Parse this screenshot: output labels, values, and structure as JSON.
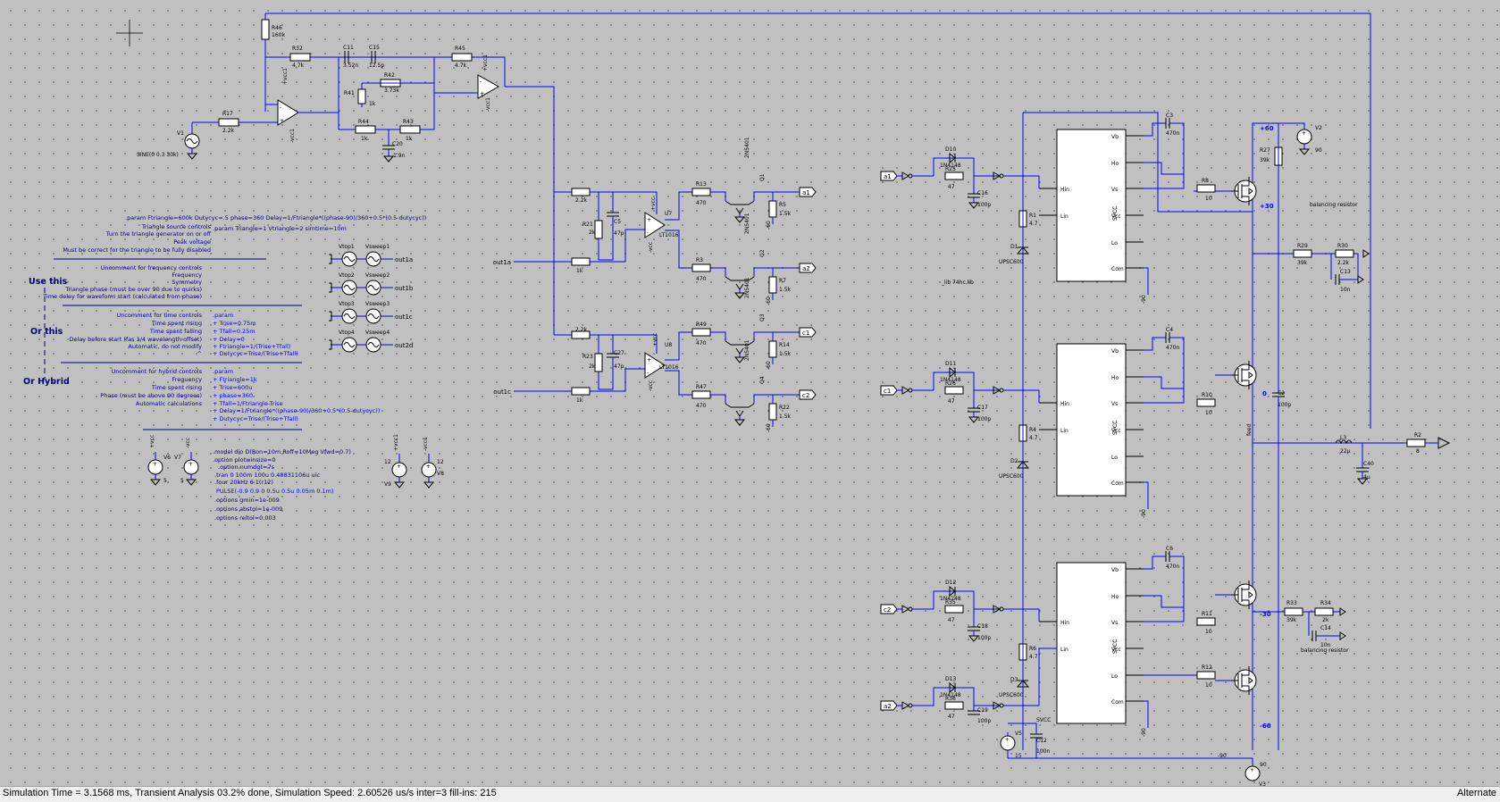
{
  "status_bar": {
    "text": "Simulation Time = 3.1568 ms, Transient Analysis 03.2% done, Simulation Speed: 2.60526 us/s inter=3 fill-ins: 215",
    "mode": "Alternate"
  },
  "components": {
    "R46": {
      "name": "R46",
      "value": "160k"
    },
    "R32": {
      "name": "R32",
      "value": "4.7k"
    },
    "C11": {
      "name": "C11",
      "value": "3.52n"
    },
    "C15": {
      "name": "C15",
      "value": "12.5p"
    },
    "R45": {
      "name": "R45",
      "value": "4.7k"
    },
    "R42": {
      "name": "R42",
      "value": "3.73k"
    },
    "R41": {
      "name": "R41",
      "value": "1k"
    },
    "R17": {
      "name": "R17",
      "value": "2.2k"
    },
    "R44": {
      "name": "R44",
      "value": "1k"
    },
    "R43": {
      "name": "R43",
      "value": "1k"
    },
    "C20": {
      "name": "C20",
      "value": "1.9n"
    },
    "V1": {
      "name": "V1",
      "value": "SINE(0 0.3 30k)"
    },
    "U7": {
      "name": "U7",
      "value": "LT1016"
    },
    "U8": {
      "name": "U8",
      "value": "LT1016"
    },
    "C5": {
      "name": "C5",
      "value": "47p"
    },
    "C27": {
      "name": "C27",
      "value": "47p"
    },
    "R21": {
      "name": "R21",
      "value": "2k"
    },
    "R23": {
      "name": "R23",
      "value": "2k"
    },
    "R13": {
      "name": "R13",
      "value": "470"
    },
    "R3": {
      "name": "R3",
      "value": "470"
    },
    "R49": {
      "name": "R49",
      "value": "470"
    },
    "R47": {
      "name": "R47",
      "value": "470"
    },
    "R5": {
      "name": "R5",
      "value": "1.5k"
    },
    "R7": {
      "name": "R7",
      "value": "1.5k"
    },
    "R14": {
      "name": "R14",
      "value": "1.5k"
    },
    "R22": {
      "name": "R22",
      "value": "1.5k"
    },
    "Q1": {
      "name": "Q1",
      "value": "2N5401"
    },
    "Q2": {
      "name": "Q2",
      "value": "2N5401"
    },
    "Q3": {
      "name": "Q3",
      "value": "2N5401"
    },
    "Q4": {
      "name": "Q4",
      "value": "2N5401"
    },
    "D10": {
      "name": "D10",
      "value": "1N4148"
    },
    "D11": {
      "name": "D11",
      "value": "1N4148"
    },
    "D12": {
      "name": "D12",
      "value": "1N4148"
    },
    "D13": {
      "name": "D13",
      "value": "1N4148"
    },
    "R25": {
      "name": "R25",
      "value": "47"
    },
    "R26": {
      "name": "R26",
      "value": "47"
    },
    "R35": {
      "name": "R35",
      "value": "47"
    },
    "R36": {
      "name": "R36",
      "value": "47"
    },
    "C16": {
      "name": "C16",
      "value": "100p"
    },
    "C17": {
      "name": "C17",
      "value": "100p"
    },
    "C18": {
      "name": "C18",
      "value": "100p"
    },
    "C19": {
      "name": "C19",
      "value": "100p"
    },
    "R1": {
      "name": "R1",
      "value": "4.7"
    },
    "R4": {
      "name": "R4",
      "value": "4.7"
    },
    "R6": {
      "name": "R6",
      "value": "4.7"
    },
    "D1": {
      "name": "D1",
      "value": "UPSC600"
    },
    "D2": {
      "name": "D2",
      "value": "UPSC600"
    },
    "D3": {
      "name": "D3",
      "value": "UPSC600"
    },
    "C3": {
      "name": "C3",
      "value": "470n"
    },
    "C4": {
      "name": "C4",
      "value": "470n"
    },
    "C6": {
      "name": "C6",
      "value": "470n"
    },
    "R8": {
      "name": "R8",
      "value": "10"
    },
    "R10": {
      "name": "R10",
      "value": "10"
    },
    "R11": {
      "name": "R11",
      "value": "10"
    },
    "R12": {
      "name": "R12",
      "value": "10"
    },
    "R27": {
      "name": "R27",
      "value": "39k"
    },
    "R29": {
      "name": "R29",
      "value": "39k"
    },
    "R30": {
      "name": "R30",
      "value": "2.2k"
    },
    "R33": {
      "name": "R33",
      "value": "39k"
    },
    "R34": {
      "name": "R34",
      "value": "2k"
    },
    "C13": {
      "name": "C13",
      "value": "10n"
    },
    "C14": {
      "name": "C14",
      "value": "10n"
    },
    "C2": {
      "name": "C2",
      "value": "100p"
    },
    "L3": {
      "name": "L3",
      "value": "22µ"
    },
    "C40": {
      "name": "C40",
      "value": "4µ"
    },
    "R2": {
      "name": "R2",
      "value": "8"
    },
    "V2": {
      "name": "V2",
      "value": "90"
    },
    "V3": {
      "name": "V3",
      "value": "90"
    },
    "V5": {
      "name": "V5",
      "value": "15"
    },
    "C12": {
      "name": "C12",
      "value": "100n"
    },
    "V6": {
      "name": "V6",
      "value": "5"
    },
    "V7": {
      "name": "V7",
      "value": "5"
    },
    "V9": {
      "name": "V9",
      "value": "12"
    },
    "V8": {
      "name": "V8",
      "value": "12"
    },
    "Vtop1": {
      "name": "Vtop1"
    },
    "Vsweep1": {
      "name": "Vsweep1"
    },
    "Vtop2": {
      "name": "Vtop2"
    },
    "Vsweep2": {
      "name": "Vsweep2"
    },
    "Vtop3": {
      "name": "Vtop3"
    },
    "Vsweep3": {
      "name": "Vsweep3"
    },
    "Vtop4": {
      "name": "Vtop4"
    },
    "Vsweep4": {
      "name": "Vsweep4"
    }
  },
  "nets": {
    "vcc": "+vcc1",
    "vcc_neg": "-vcc1",
    "vcc2": "+vcc",
    "vcc2_neg": "-vcc",
    "out1a": "out1a",
    "out1b": "out1b",
    "out1c": "out1c",
    "out2d": "out2d",
    "a1": "a1",
    "a2": "a2",
    "c1": "c1",
    "c2": "c2",
    "rail_p60": "+60",
    "rail_p30": "+30",
    "rail_0": "0",
    "rail_m30": "-30",
    "rail_m60": "-60",
    "feed": "feed",
    "svcc": "SVCC",
    "svcc_net": "SVCC",
    "ground_ic": "_lib 74hc.lib",
    "balance1": "balancing resistor",
    "balance2": "balancing resistor"
  },
  "ic_pins": {
    "vb": "Vb",
    "ho": "Ho",
    "vs": "Vs",
    "vcc": "Vcc",
    "lo": "Lo",
    "com": "Com",
    "hin": "Hin",
    "lin": "Lin"
  },
  "directives": {
    "param1": ".param Ftriangle=600k Dutycyc=.5 phase=360 Delay=1/Ftriangle*((phase-90)/360+0.5*(0.5-dutycyc))",
    "param2": ".param Triangle=1 Vtriangle=2 simtime=10m",
    "notes_left": [
      "Triangle source controls",
      "Turn the triangle generator on or off",
      "Peak voltage",
      "Must be correct for the triangle to be fully disabled"
    ],
    "freq_header": "Uncomment for frequency controls",
    "freq_notes": [
      "Frequency",
      "Symmetry",
      "Triangle phase (must be over 90 due to quirks)",
      "Time delay for waveform start (calculated from phase)"
    ],
    "use_this": "Use this",
    "time_header": "Uncomment for time controls",
    "time_notes": [
      "Time spent rising",
      "Time spent falling",
      "Delay before start (fas 1/4 wavelength offset)",
      "Automatic, do not modify",
      "^"
    ],
    "time_params": [
      ".param",
      "+ Trise=0.75m",
      "+ Tfall=0.25m",
      "+ Delay=0",
      "+ Ftriangle=1/(Trise+Tfall)",
      "+ Dutycyc=Trise/(Trise+Tfall)"
    ],
    "or_this": "Or this",
    "hybrid_header": "Uncomment for hybrid controls",
    "hybrid_notes": [
      "Frequency",
      "Time spent rising",
      "Phase (must be above 90 degrees)",
      "Automatic calculations"
    ],
    "hybrid_params": [
      ".param",
      "+ Ftriangle=1k",
      "+ Trise=600u",
      "+ phase=360",
      "+ Tfall=1/Ftriangle-Trise",
      "+ Delay=1/Ftriangle*((phase-90)/360+0.5*(0.5-dutycyc))",
      "+ Dutycyc=Trise/(Trise+Tfall)"
    ],
    "or_hybrid": "Or Hybrid",
    "sim": [
      ".model dio D(Ron=10m Roff=10Meg Vfwd=0.7)",
      ".option plotwinsize=0",
      ".option numdgt=7s",
      ".tran 0 100m 100u 0.48831106u uic",
      ".four 20kHz 6 1(r12)",
      "PULSE(-0.9 0.9 0 0.5u 0.5u 0.05m 0.1m)",
      ".options gmin=1e-009",
      ".options abstol=1e-009",
      ".options reltol=0.003"
    ]
  }
}
